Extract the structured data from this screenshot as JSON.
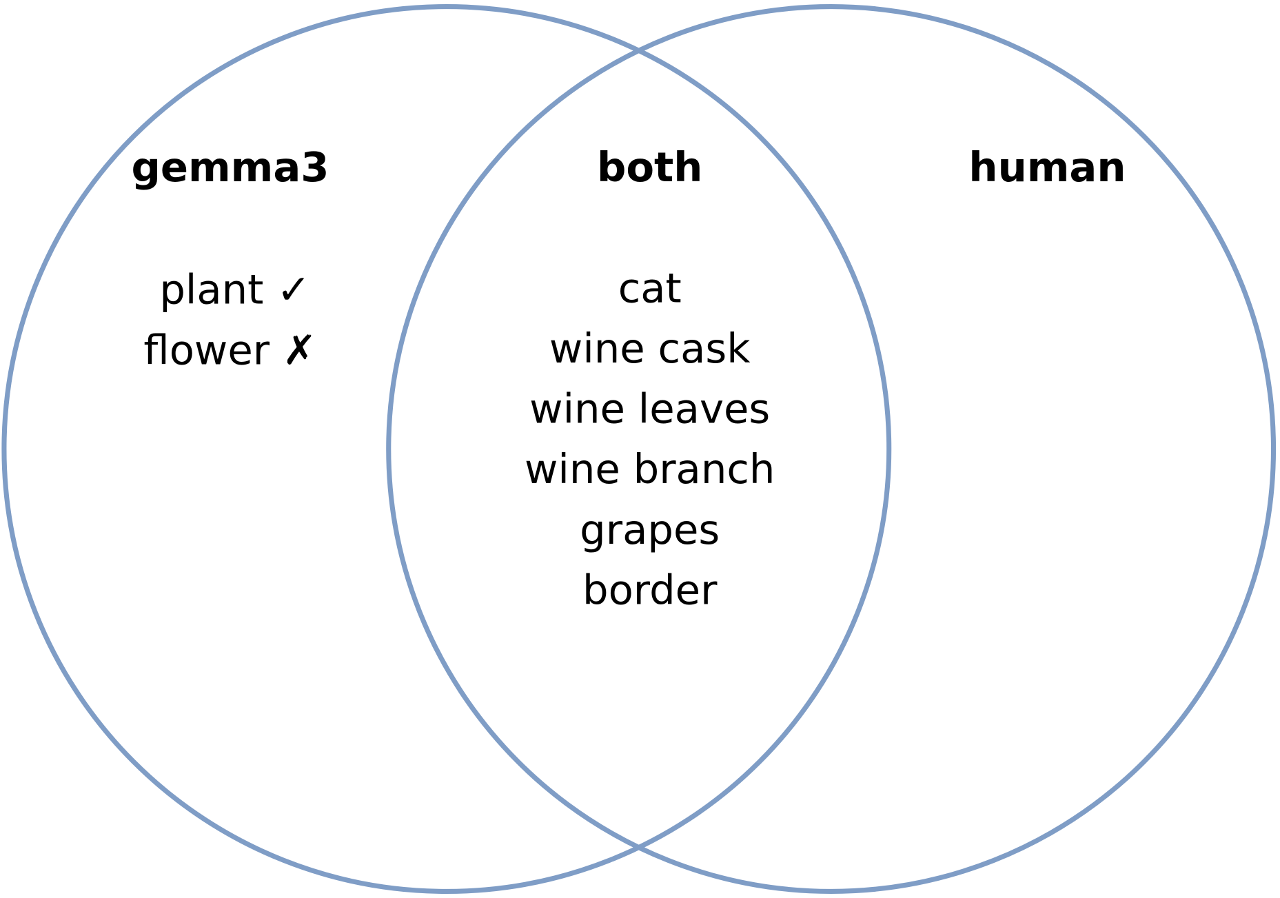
{
  "sets": {
    "left": {
      "title": "gemma3",
      "items": [
        "plant ✓",
        "flower ✗"
      ]
    },
    "middle": {
      "title": "both",
      "items": [
        "cat",
        "wine cask",
        "wine leaves",
        "wine branch",
        "grapes",
        "border"
      ]
    },
    "right": {
      "title": "human",
      "items": []
    }
  },
  "colors": {
    "circle": "#7f9dc6",
    "text": "#000000"
  }
}
